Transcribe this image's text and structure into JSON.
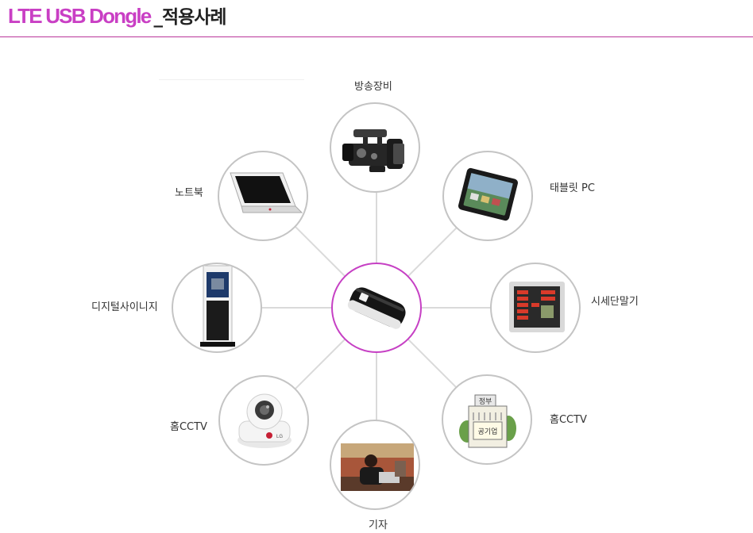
{
  "header": {
    "brand": "LTE USB Dongle",
    "subtitle": "_적용사례",
    "accent_color": "#c93fc4"
  },
  "hub": {
    "icon": "usb-dongle-icon"
  },
  "devices": [
    {
      "id": "broadcast",
      "label": "방송장비",
      "icon": "video-camera-icon"
    },
    {
      "id": "tablet",
      "label": "태블릿 PC",
      "icon": "tablet-icon"
    },
    {
      "id": "quote",
      "label": "시세단말기",
      "icon": "quote-terminal-icon"
    },
    {
      "id": "cctv-right",
      "label": "홈CCTV",
      "icon": "government-building-icon",
      "sign_text": "정부",
      "banner_text": "공기업"
    },
    {
      "id": "reporter",
      "label": "기자",
      "icon": "reporter-photo-icon"
    },
    {
      "id": "cctv-left",
      "label": "홈CCTV",
      "icon": "cctv-camera-icon",
      "brand_mark": "LG"
    },
    {
      "id": "signage",
      "label": "디지털사이니지",
      "icon": "digital-signage-icon"
    },
    {
      "id": "notebook",
      "label": "노트북",
      "icon": "laptop-icon"
    }
  ]
}
